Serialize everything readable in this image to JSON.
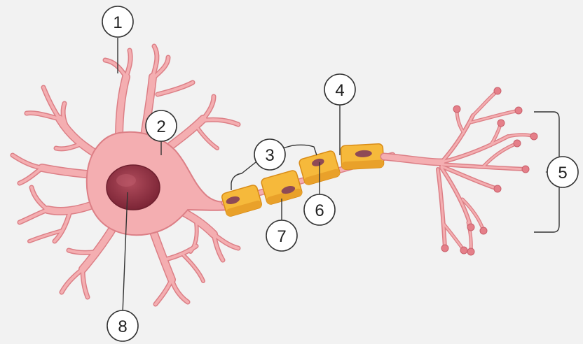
{
  "labels": [
    {
      "id": "1",
      "text": "1"
    },
    {
      "id": "2",
      "text": "2"
    },
    {
      "id": "3",
      "text": "3"
    },
    {
      "id": "4",
      "text": "4"
    },
    {
      "id": "5",
      "text": "5"
    },
    {
      "id": "6",
      "text": "6"
    },
    {
      "id": "7",
      "text": "7"
    },
    {
      "id": "8",
      "text": "8"
    }
  ],
  "colors": {
    "background": "#f2f2f2",
    "neuron_body": "#f0a3a6",
    "neuron_outline": "#d9737a",
    "nucleus": "#8b2f3f",
    "nucleus_highlight": "#b04c5c",
    "myelin": "#f6b93b",
    "myelin_outline": "#d98c17",
    "schwann_nucleus": "#8e4a56",
    "leader_line": "#333333"
  }
}
